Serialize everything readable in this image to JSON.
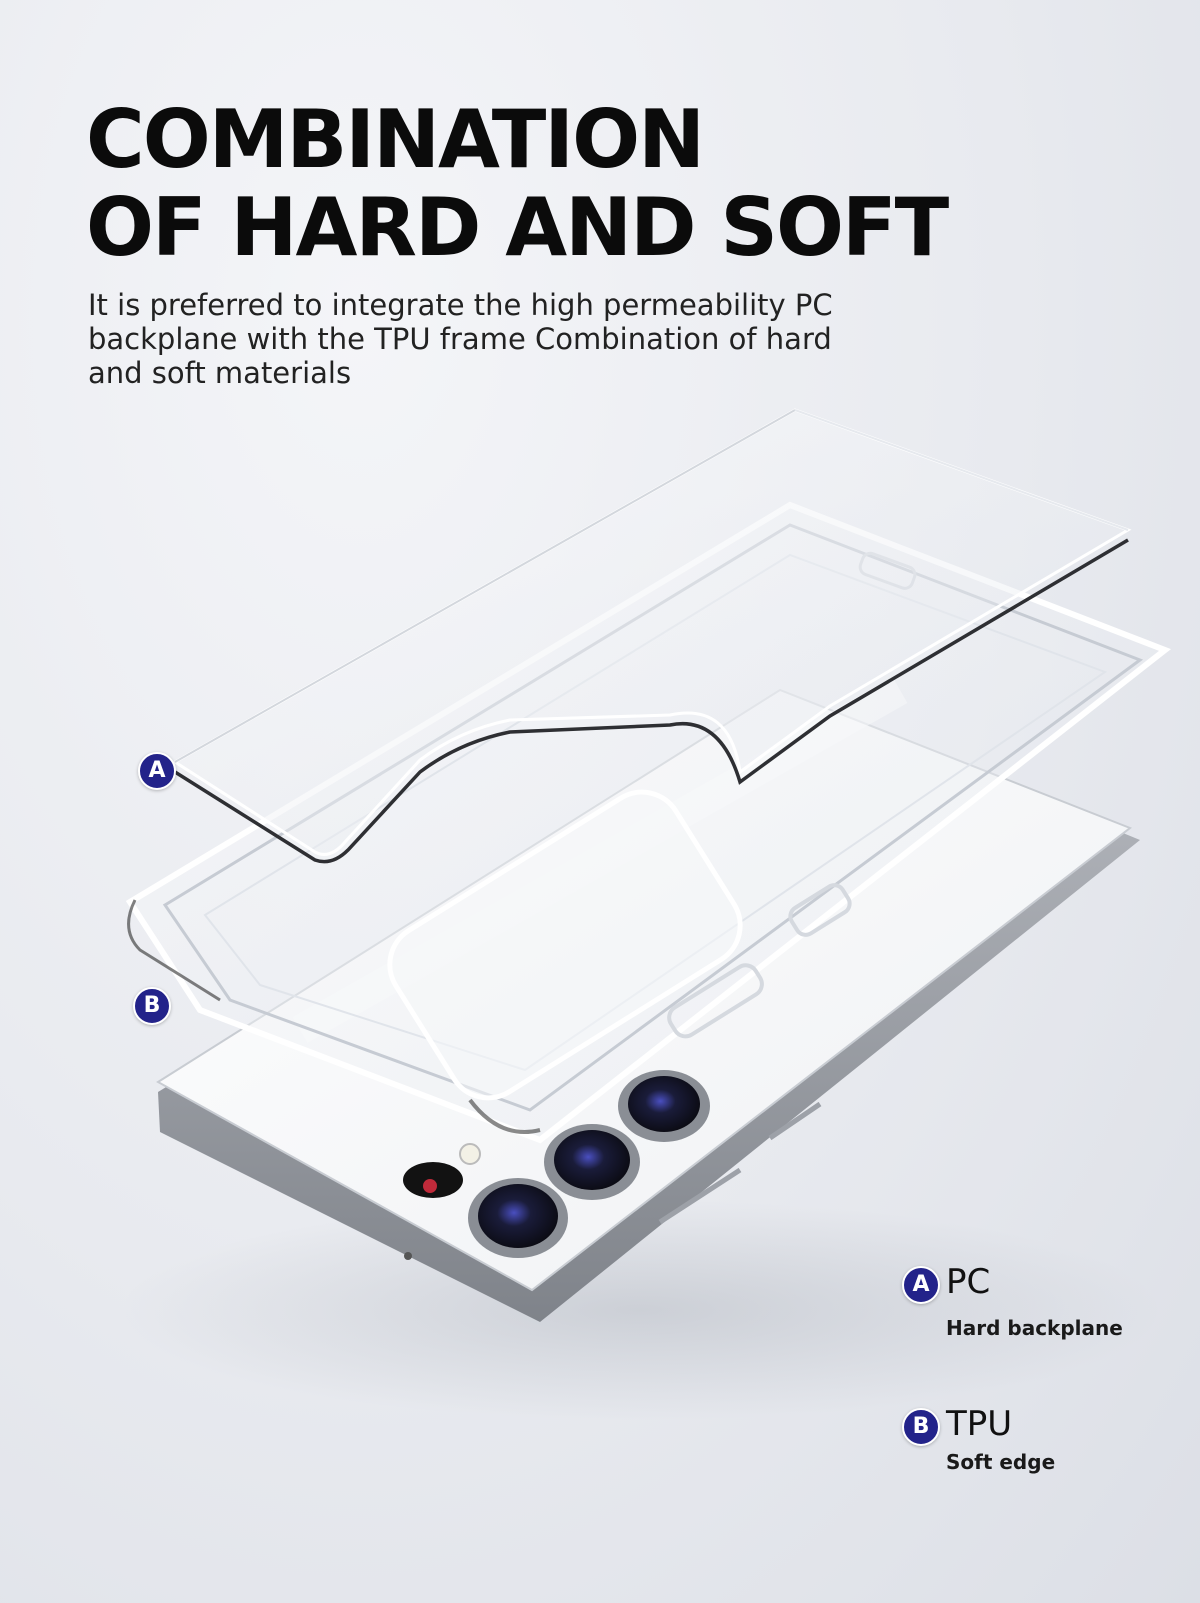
{
  "headline": {
    "line1": "COMBINATION",
    "line2": "OF HARD AND SOFT"
  },
  "description": "It is preferred to integrate the high permeability PC backplane with the TPU frame Combination of hard and soft materials",
  "markers": {
    "a": "A",
    "b": "B"
  },
  "legend": [
    {
      "letter": "A",
      "title": "PC",
      "subtitle": "Hard backplane"
    },
    {
      "letter": "B",
      "title": "TPU",
      "subtitle": "Soft edge"
    }
  ],
  "colors": {
    "marker": "#23238a",
    "text": "#0b0b0b",
    "background": "#e8eaef"
  }
}
